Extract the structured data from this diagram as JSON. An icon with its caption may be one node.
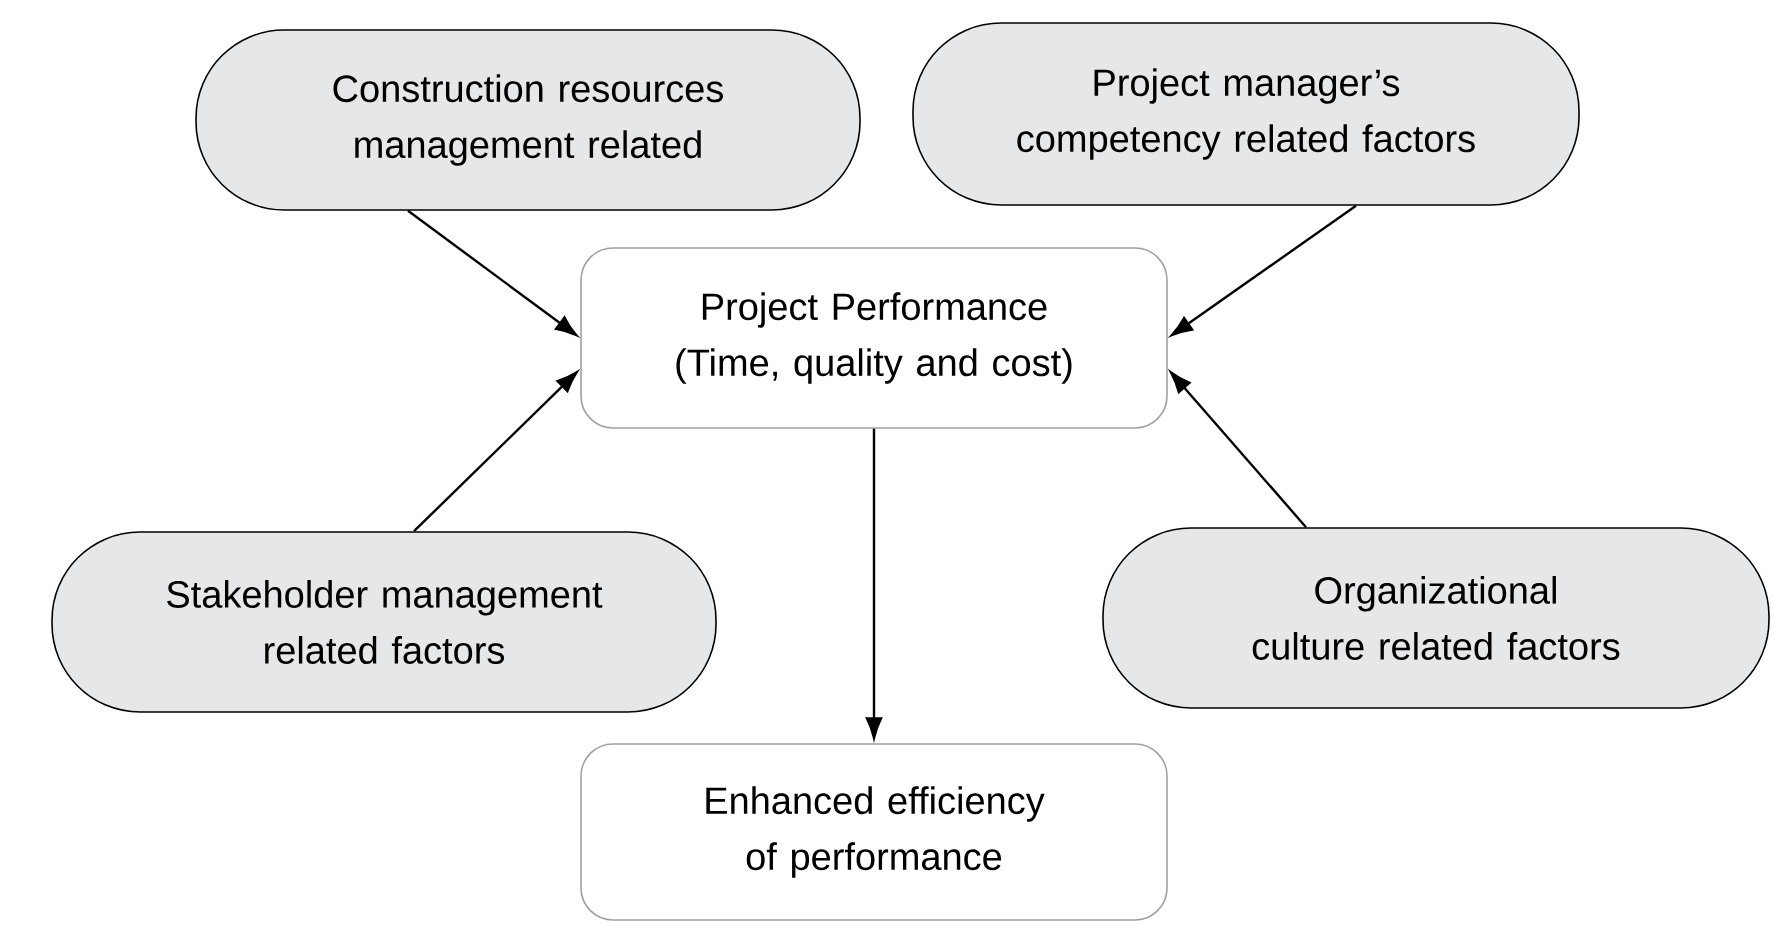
{
  "diagram": {
    "nodes": [
      {
        "text": [
          "Construction resources management related"
        ]
      },
      {
        "text": [
          "Project manager’s competency related factors"
        ]
      },
      {
        "text": [
          "Project Performance (Time, quality and cost)"
        ]
      },
      {
        "text": [
          "Stakeholder management related factors"
        ]
      },
      {
        "text": [
          "Organizational culture related factors"
        ]
      },
      {
        "text": [
          "Enhanced efficiency of performance"
        ]
      }
    ],
    "edges": [
      {
        "from": 0,
        "to": 2,
        "arrow": "to"
      },
      {
        "from": 1,
        "to": 2,
        "arrow": "to"
      },
      {
        "from": 3,
        "to": 2,
        "arrow": "to"
      },
      {
        "from": 4,
        "to": 2,
        "arrow": "to"
      },
      {
        "from": 2,
        "to": 5,
        "arrow": "to"
      }
    ]
  }
}
